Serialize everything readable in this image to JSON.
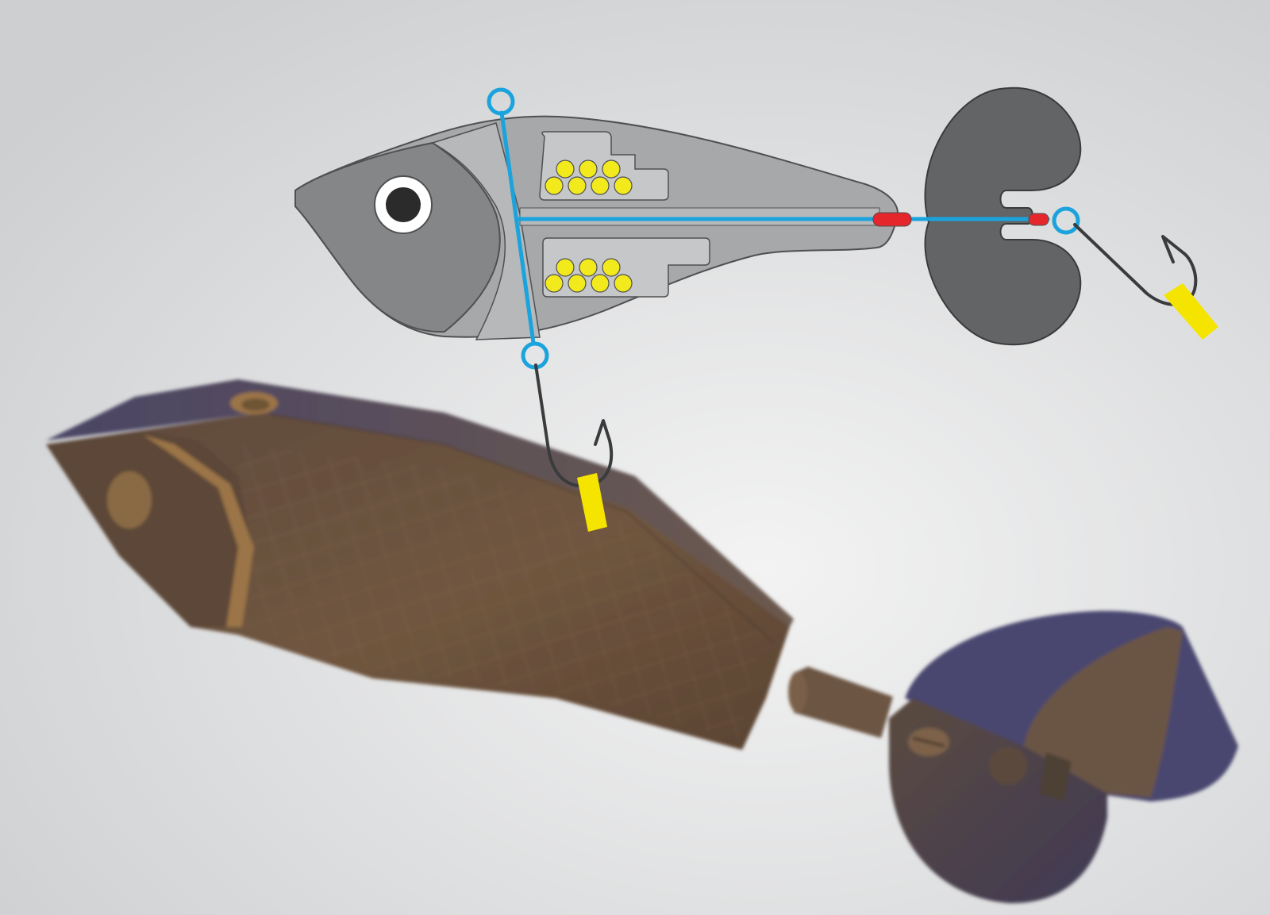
{
  "colors": {
    "background_center": "#f3f3f3",
    "background_edge": "#cdcfd1",
    "lure_body": "#a7a8aa",
    "lure_head": "#858688",
    "lure_outline": "#4f5052",
    "chamber_fill": "#c6c7c9",
    "ballast": "#f2ea1c",
    "wire": "#1aa3dc",
    "bead": "#e5262b",
    "tail_blade": "#636466",
    "eye_white": "#ffffff",
    "eye_pupil": "#2c2b2b",
    "hook": "#3a3b3d",
    "bait": "#f5e400",
    "model_brown": "#6b5140",
    "model_blue": "#48466c",
    "model_gold": "#9b7446"
  },
  "components": {
    "lure_body": "lure-body",
    "tail_blade": "tail-blade",
    "front_split_ring": "split-ring",
    "belly_split_ring": "split-ring",
    "tail_split_ring": "split-ring",
    "belly_hook": "fish-hook-icon",
    "tail_hook": "fish-hook-icon",
    "ballast_upper_count": 7,
    "ballast_lower_count": 7,
    "beads": 2
  }
}
